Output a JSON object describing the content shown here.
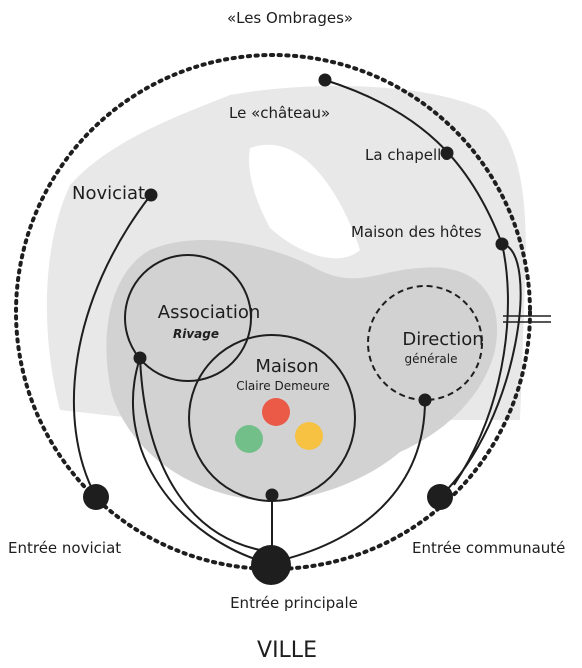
{
  "diagram": {
    "title": "«Les Ombrages»",
    "city": "VILLE",
    "buildings": {
      "chateau": "Le «château»",
      "chapelle": "La chapelle",
      "maison_hotes": "Maison des hôtes",
      "noviciat": "Noviciat"
    },
    "association": {
      "name": "Association",
      "subtitle": "Rivage"
    },
    "maison": {
      "name": "Maison",
      "subtitle": "Claire Demeure"
    },
    "direction": {
      "name": "Direction",
      "subtitle": "générale"
    },
    "entrances": {
      "noviciat": "Entrée noviciat",
      "principale": "Entrée principale",
      "communaute": "Entrée communauté"
    },
    "colors": {
      "outer_zone": "#e8e8e8",
      "inner_zone": "#d2d2d2",
      "dot_red": "#ea5a47",
      "dot_green": "#72bf8a",
      "dot_yellow": "#f7c241",
      "stroke": "#1e1e1e"
    }
  }
}
